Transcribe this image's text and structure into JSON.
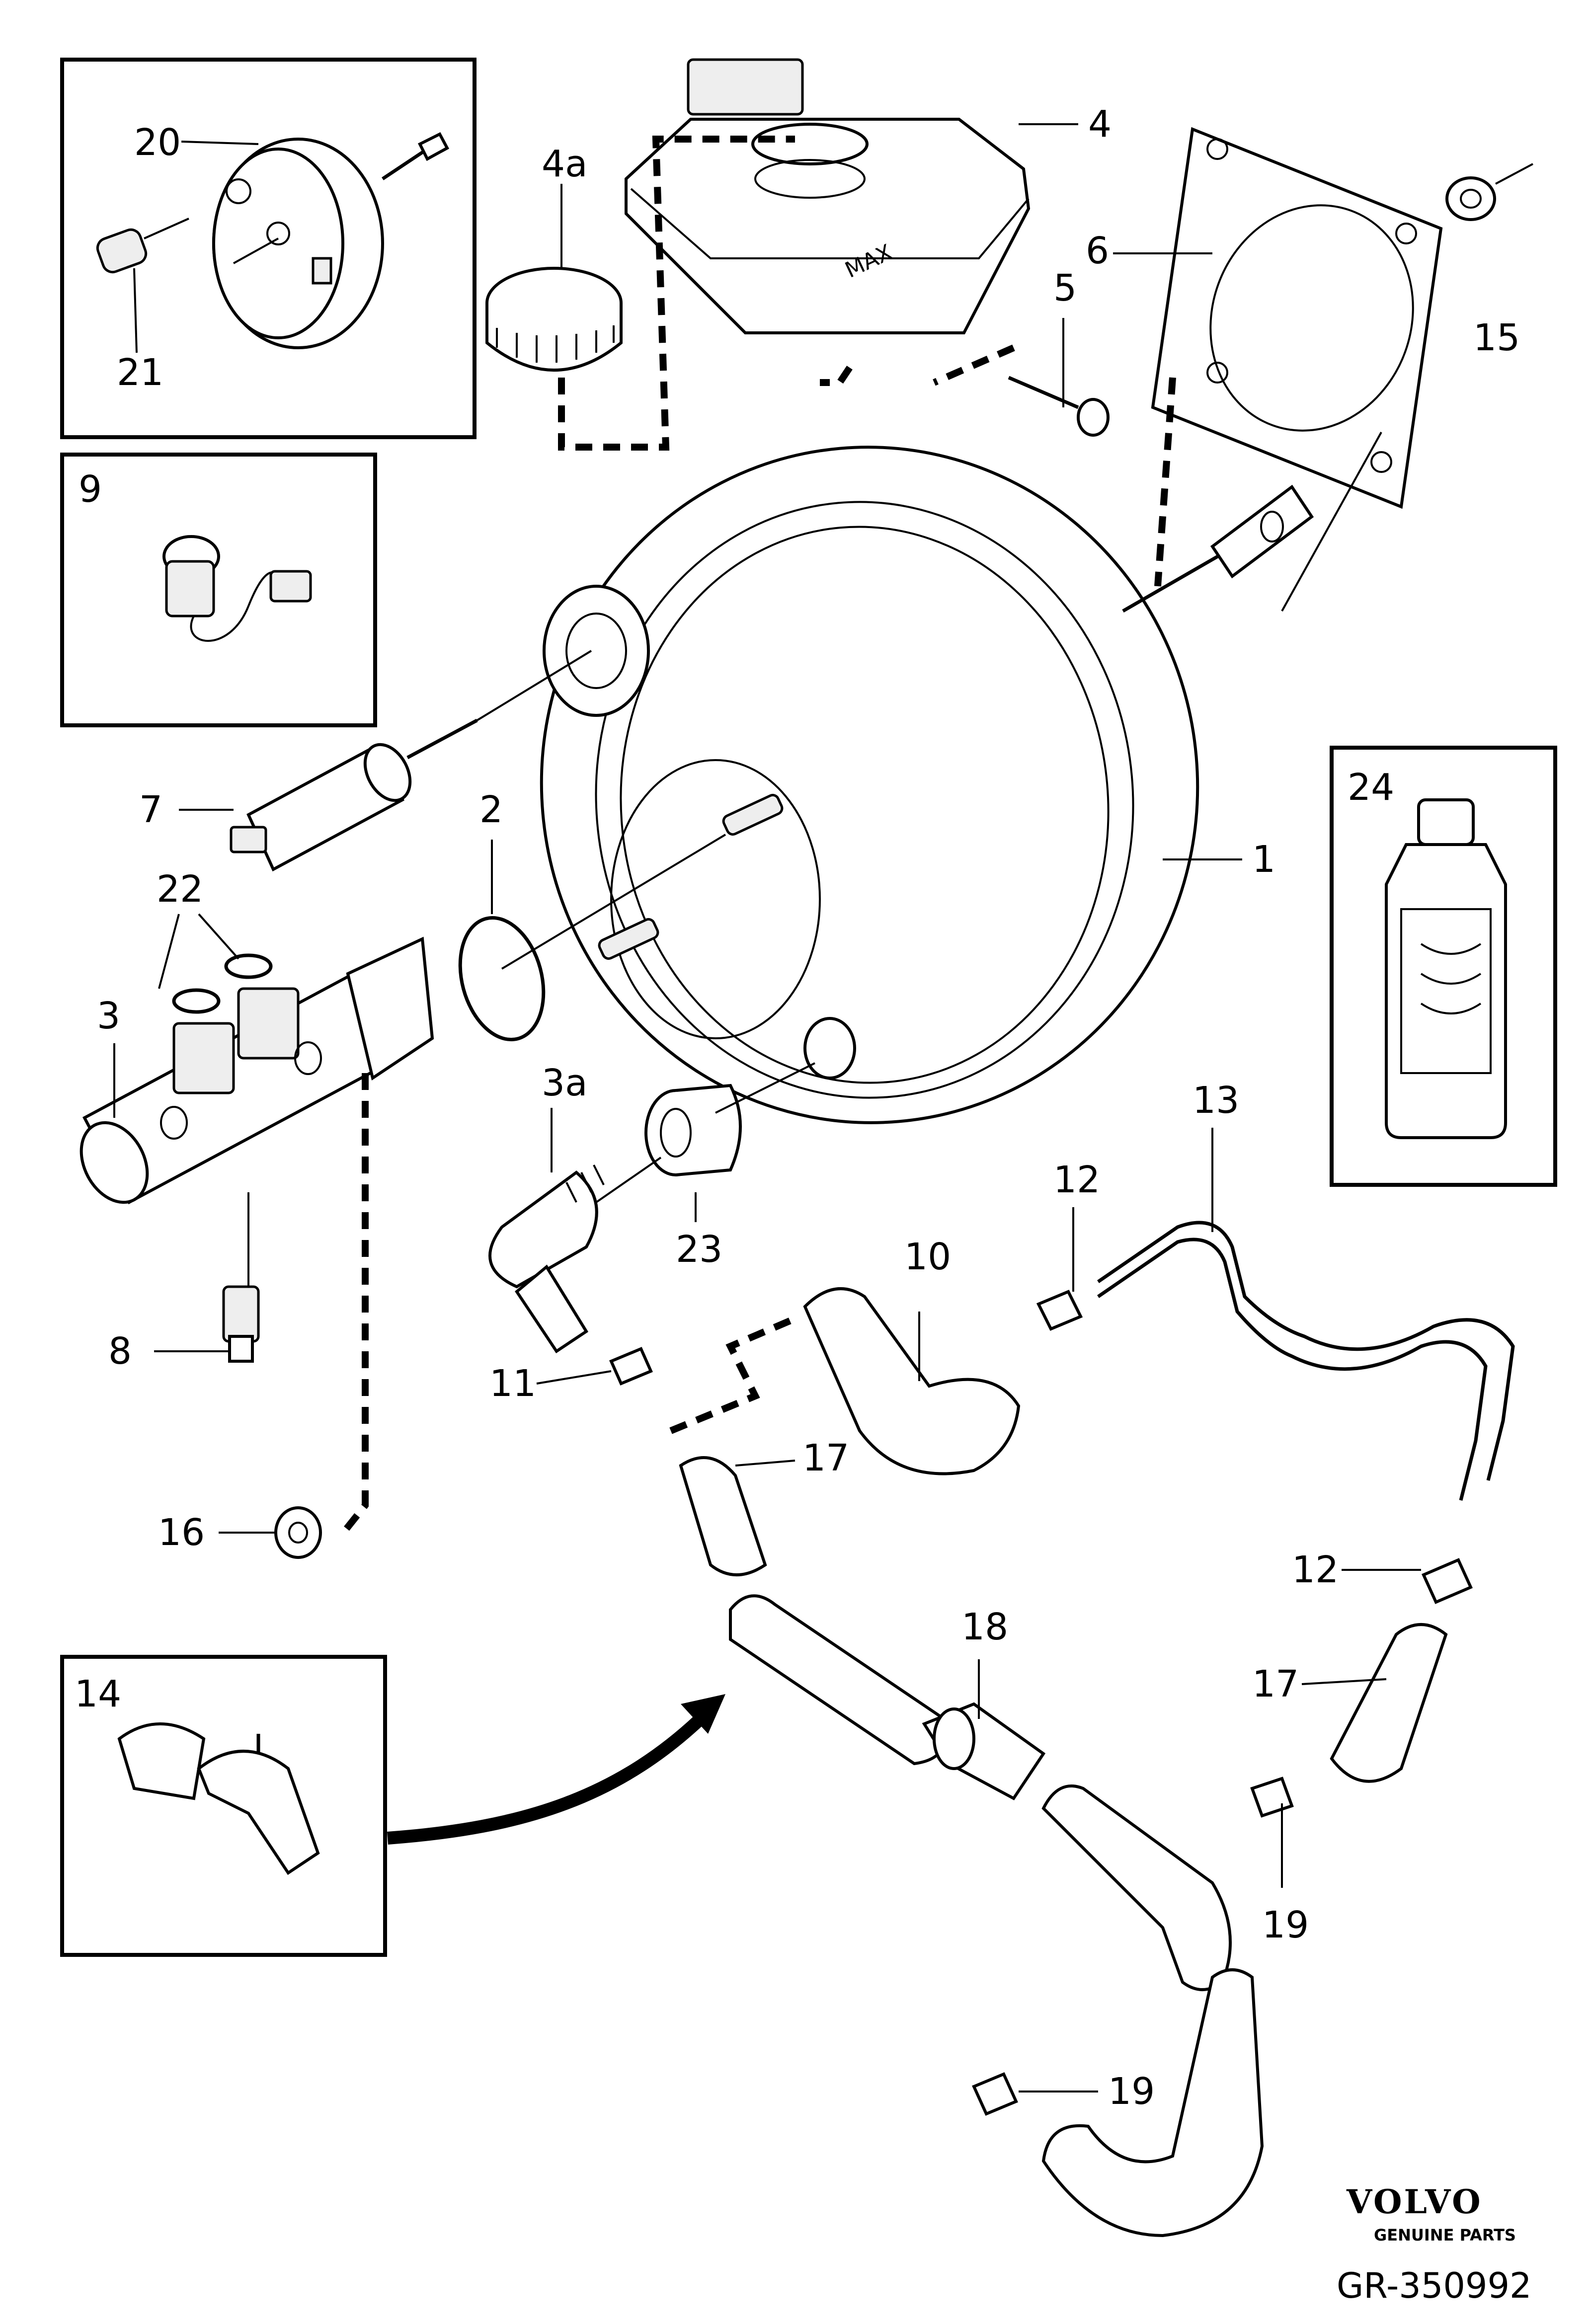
{
  "diagram": {
    "callouts": {
      "c1": "1",
      "c2": "2",
      "c3": "3",
      "c3a": "3a",
      "c4": "4",
      "c4a": "4a",
      "c5": "5",
      "c6": "6",
      "c7": "7",
      "c8": "8",
      "c9": "9",
      "c10": "10",
      "c11": "11",
      "c12a": "12",
      "c12b": "12",
      "c13": "13",
      "c14": "14",
      "c15": "15",
      "c16": "16",
      "c17a": "17",
      "c17b": "17",
      "c18": "18",
      "c19a": "19",
      "c19b": "19",
      "c20": "20",
      "c21": "21",
      "c22": "22",
      "c23": "23",
      "c24": "24"
    },
    "reservoir_marking": "MAX",
    "brand": {
      "logo": "VOLVO",
      "tagline": "GENUINE PARTS"
    },
    "reference_code": "GR-350992"
  }
}
